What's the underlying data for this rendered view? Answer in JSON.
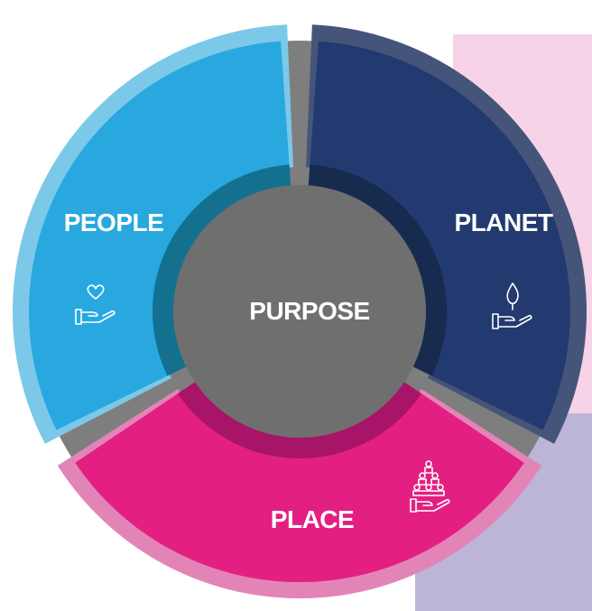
{
  "center": {
    "label": "PURPOSE"
  },
  "segments": [
    {
      "id": "people",
      "label": "PEOPLE",
      "icon": "heart-in-hand-icon"
    },
    {
      "id": "planet",
      "label": "PLANET",
      "icon": "flame-in-hand-icon"
    },
    {
      "id": "place",
      "label": "PLACE",
      "icon": "community-in-hand-icon"
    }
  ],
  "colors": {
    "people": "#29a8e0",
    "people_rim": "#7cc8e9",
    "people_inner": "#13718f",
    "planet": "#223a6f",
    "planet_rim": "#45557a",
    "planet_inner": "#172b4f",
    "place": "#e31f82",
    "place_rim": "#e384b7",
    "place_inner": "#a81467",
    "center": "#6f6f6f",
    "gap": "#7e7e7e",
    "background_pink": "#f6d3e6",
    "background_lavender": "#bcb5d7"
  }
}
